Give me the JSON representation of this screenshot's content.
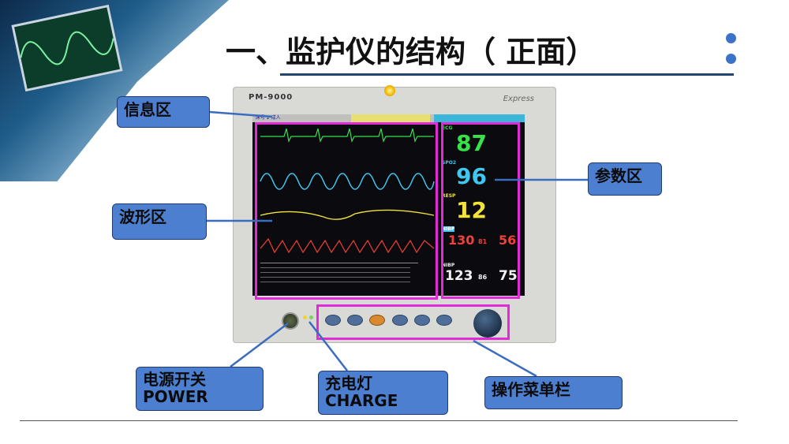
{
  "title": "一、监护仪的结构（ 正面）",
  "monitor": {
    "brand": "PM-9000",
    "model": "Express",
    "screen": {
      "info_bar": "床号 2 成人",
      "params": [
        {
          "label": "ECG",
          "value": "87",
          "color": "#37e14b"
        },
        {
          "label": "SPO2",
          "value": "96",
          "color": "#3fc7ef"
        },
        {
          "label": "RESP",
          "value": "12",
          "color": "#f2e23a"
        },
        {
          "label": "NIBP",
          "value": "130",
          "value2": "81",
          "value3": "56",
          "color": "#f0403a"
        },
        {
          "label": "NIBP",
          "value": "123",
          "value2": "86",
          "value3": "75",
          "color": "#f2f2f2"
        }
      ]
    }
  },
  "labels": {
    "info_area": "信息区",
    "param_area": "参数区",
    "wave_area": "波形区",
    "power": "电源开关\nPOWER",
    "charge": "充电灯\nCHARGE",
    "menu_bar": "操作菜单栏"
  },
  "colors": {
    "label_bg": "#4d7fd0",
    "highlight": "#e22ad8",
    "accent_dot": "#3a73c9"
  }
}
